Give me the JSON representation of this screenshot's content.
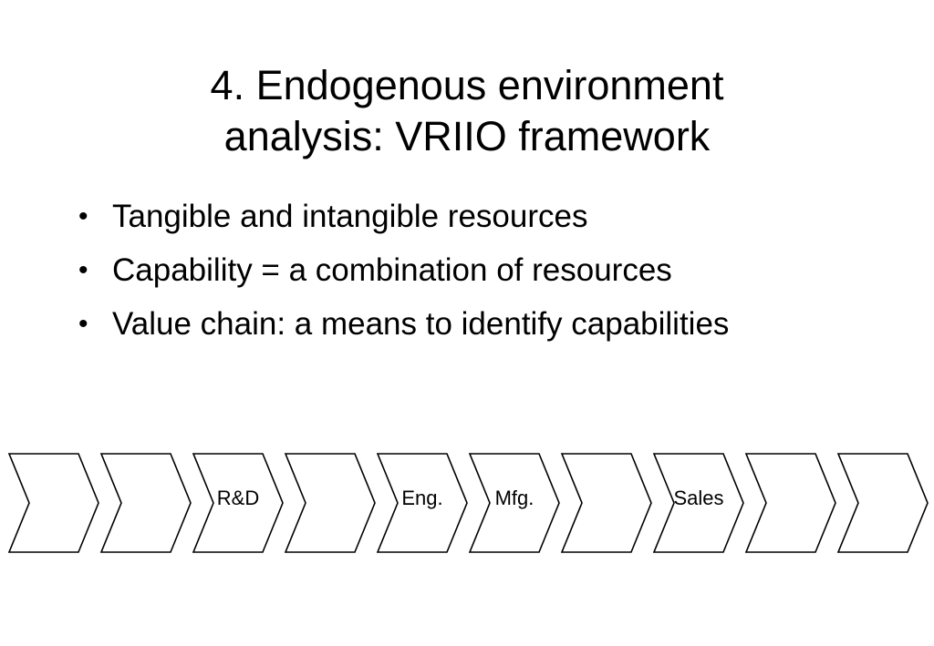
{
  "slide": {
    "title_line1": "4. Endogenous environment",
    "title_line2": "analysis: VRIIO framework",
    "bullets": [
      "Tangible and intangible resources",
      "Capability = a combination of resources",
      "Value chain: a means to identify capabilities"
    ],
    "bullet_symbol": "•"
  },
  "value_chain": {
    "chevrons": [
      {
        "label": ""
      },
      {
        "label": ""
      },
      {
        "label": "R&D"
      },
      {
        "label": ""
      },
      {
        "label": "Eng."
      },
      {
        "label": "Mfg."
      },
      {
        "label": ""
      },
      {
        "label": "Sales"
      },
      {
        "label": ""
      },
      {
        "label": ""
      }
    ],
    "stroke_color": "#000000",
    "fill_color": "#ffffff"
  }
}
